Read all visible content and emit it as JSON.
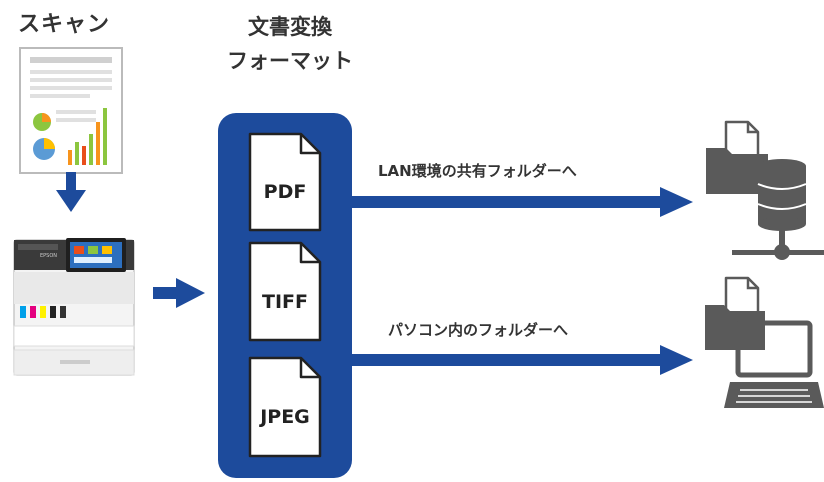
{
  "scan_title": "スキャン",
  "format_title_line1": "文書変換",
  "format_title_line2": "フォーマット",
  "formats": [
    "PDF",
    "TIFF",
    "JPEG"
  ],
  "routes": [
    {
      "label": "LAN環境の共有フォルダーへ",
      "icon": "folder-server-icon"
    },
    {
      "label": "パソコン内のフォルダーへ",
      "icon": "folder-laptop-icon"
    }
  ],
  "printer_brand": "EPSON",
  "colors": {
    "arrow": "#1d4b9c",
    "panel": "#1d4b9c",
    "icon_gray": "#5a5a5a",
    "text": "#333333"
  }
}
